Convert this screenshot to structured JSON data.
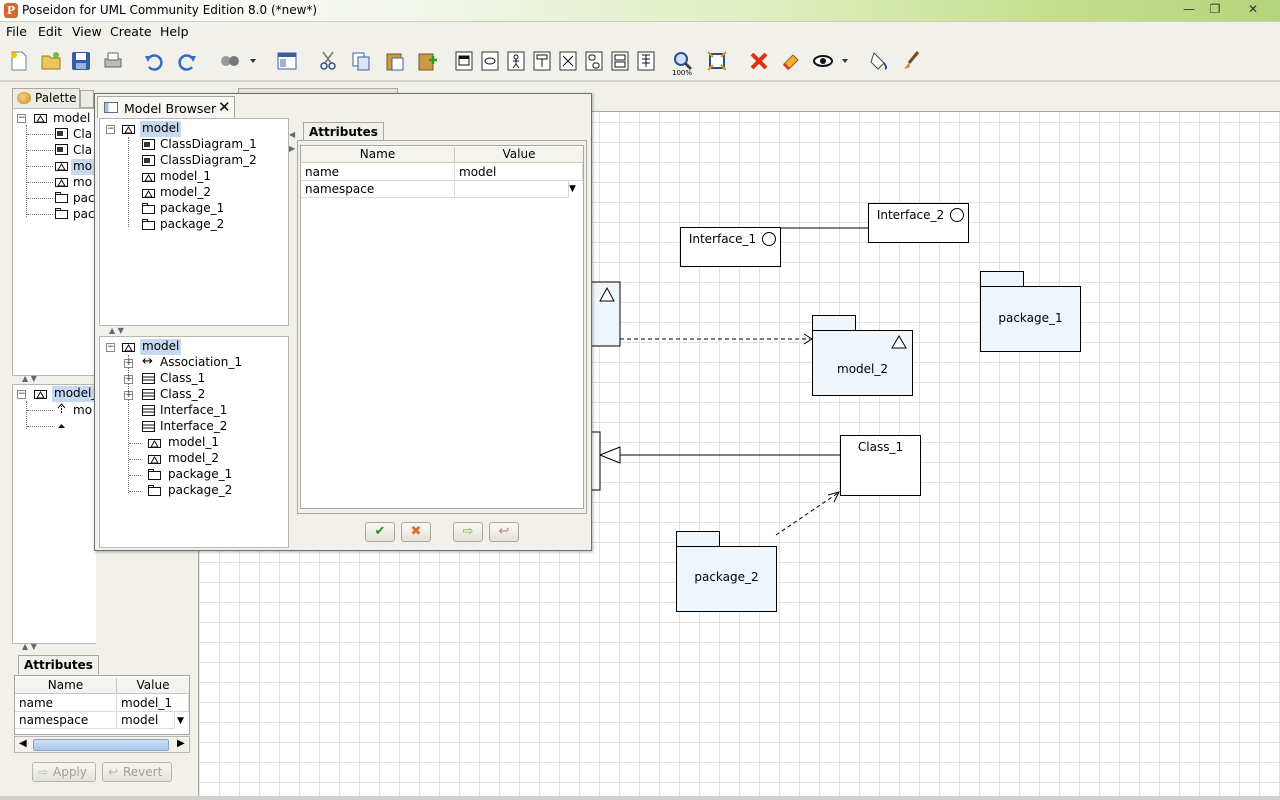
{
  "window": {
    "title": "Poseidon for UML Community Edition 8.0 (*new*)",
    "app_icon_glyph": "P",
    "controls": [
      "—",
      "❐",
      "✕"
    ]
  },
  "menu": [
    "File",
    "Edit",
    "View",
    "Create",
    "Help"
  ],
  "toolbar": {
    "icons": [
      "new-icon",
      "open-icon",
      "save-icon",
      "print-icon",
      "undo-icon",
      "redo-icon",
      "navigate-icon",
      "layout-icon",
      "cut-icon",
      "copy-icon",
      "paste-icon",
      "paste-special-icon",
      "diagram-class-icon",
      "diagram-usecase-icon",
      "diagram-actor-icon",
      "diagram-sequence-icon",
      "diagram-collab-icon",
      "diagram-state-icon",
      "diagram-activity-icon",
      "diagram-deploy-icon",
      "zoom-100-icon",
      "fit-icon",
      "delete-icon",
      "eraser-icon",
      "eye-icon",
      "fill-icon",
      "brush-icon"
    ],
    "zoom_label": "100%"
  },
  "left_panel": {
    "palette_tab": "Palette",
    "tree_top": [
      {
        "label": "model",
        "icon": "model-icon"
      },
      {
        "label": "Cla",
        "icon": "class-diagram-icon"
      },
      {
        "label": "Cla",
        "icon": "class-diagram-icon"
      },
      {
        "label": "mo",
        "icon": "model-icon",
        "selected": true
      },
      {
        "label": "mo",
        "icon": "model-icon"
      },
      {
        "label": "pac",
        "icon": "package-icon"
      },
      {
        "label": "pac",
        "icon": "package-icon"
      }
    ],
    "tree_bottom": [
      {
        "label": "model_",
        "icon": "model-icon",
        "selected": true
      },
      {
        "label": "mo",
        "icon": "dependency-icon"
      },
      {
        "label": "",
        "icon": "generalization-icon"
      }
    ],
    "attributes": {
      "tab": "Attributes",
      "columns": [
        "Name",
        "Value"
      ],
      "rows": [
        {
          "name": "name",
          "value": "model_1"
        },
        {
          "name": "namespace",
          "value": "model"
        }
      ]
    },
    "apply_label": "Apply",
    "revert_label": "Revert"
  },
  "dialog": {
    "title": "Model Browser",
    "close_glyph": "✕",
    "tree_top": [
      {
        "label": "model",
        "icon": "model-icon",
        "selected": true
      },
      {
        "label": "ClassDiagram_1",
        "icon": "class-diagram-icon"
      },
      {
        "label": "ClassDiagram_2",
        "icon": "class-diagram-icon"
      },
      {
        "label": "model_1",
        "icon": "model-icon"
      },
      {
        "label": "model_2",
        "icon": "model-icon"
      },
      {
        "label": "package_1",
        "icon": "package-icon"
      },
      {
        "label": "package_2",
        "icon": "package-icon"
      }
    ],
    "tree_bottom": [
      {
        "label": "model",
        "icon": "model-icon",
        "selected": true
      },
      {
        "label": "Association_1",
        "icon": "association-icon"
      },
      {
        "label": "Class_1",
        "icon": "class-icon"
      },
      {
        "label": "Class_2",
        "icon": "class-icon"
      },
      {
        "label": "Interface_1",
        "icon": "interface-icon"
      },
      {
        "label": "Interface_2",
        "icon": "interface-icon"
      },
      {
        "label": "model_1",
        "icon": "model-icon"
      },
      {
        "label": "model_2",
        "icon": "model-icon"
      },
      {
        "label": "package_1",
        "icon": "package-icon"
      },
      {
        "label": "package_2",
        "icon": "package-icon"
      }
    ],
    "attributes": {
      "tab": "Attributes",
      "columns": [
        "Name",
        "Value"
      ],
      "rows": [
        {
          "name": "name",
          "value": "model"
        },
        {
          "name": "namespace",
          "value": ""
        }
      ]
    },
    "buttons": [
      "ok-button",
      "cancel-button",
      "apply-button",
      "revert-button"
    ]
  },
  "diagram": {
    "elements": [
      {
        "kind": "interface",
        "label": "Interface_1"
      },
      {
        "kind": "interface",
        "label": "Interface_2"
      },
      {
        "kind": "package",
        "label": "package_1"
      },
      {
        "kind": "model",
        "label": "model_2"
      },
      {
        "kind": "class",
        "label": "Class_1"
      },
      {
        "kind": "package",
        "label": "package_2"
      }
    ]
  }
}
